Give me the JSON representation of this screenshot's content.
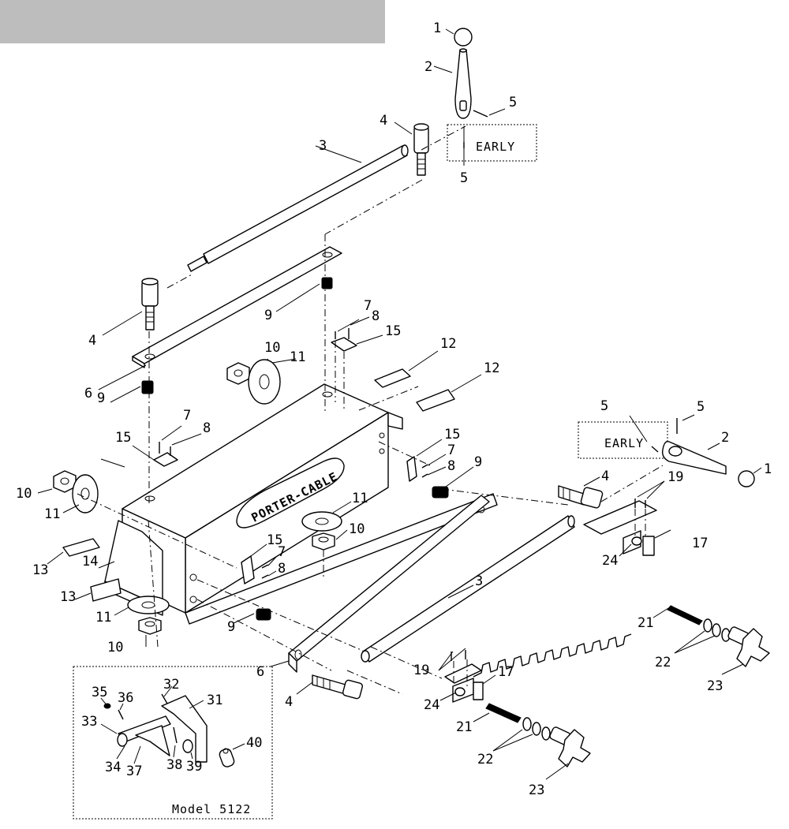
{
  "callouts": {
    "n1a": "1",
    "n2a": "2",
    "n3a": "3",
    "n4a": "4",
    "n5a": "5",
    "n5b": "5",
    "n4b": "4",
    "n9a": "9",
    "n6a": "6",
    "n9b": "9",
    "n7a": "7",
    "n8a": "8",
    "n15a": "15",
    "n12a": "12",
    "n12b": "12",
    "n10a": "10",
    "n11a": "11",
    "n7b": "7",
    "n8b": "8",
    "n15b": "15",
    "n10b": "10",
    "n11b": "11",
    "n13a": "13",
    "n14a": "14",
    "n13b": "13",
    "n11c": "11",
    "n10c": "10",
    "n15c": "15",
    "n7c": "7",
    "n8c": "8",
    "n9c": "9",
    "n15d": "15",
    "n7d": "7",
    "n8d": "8",
    "n9d": "9",
    "n11d": "11",
    "n10d": "10",
    "n5c": "5",
    "n5d": "5",
    "n2b": "2",
    "n1b": "1",
    "n4c": "4",
    "n19a": "19",
    "n17a": "17",
    "n3b": "3",
    "n6b": "6",
    "n4d": "4",
    "n24a": "24",
    "n19b": "19",
    "n17b": "17",
    "n21a": "21",
    "n22a": "22",
    "n23a": "23",
    "n24b": "24",
    "n21b": "21",
    "n22b": "22",
    "n23b": "23",
    "n35": "35",
    "n36": "36",
    "n32": "32",
    "n31": "31",
    "n33": "33",
    "n40": "40",
    "n34": "34",
    "n37": "37",
    "n38": "38",
    "n39": "39"
  },
  "labels": {
    "early_top": "EARLY",
    "early_right": "EARLY",
    "brand": "PORTER-CABLE",
    "inset_model": "Model 5122"
  }
}
